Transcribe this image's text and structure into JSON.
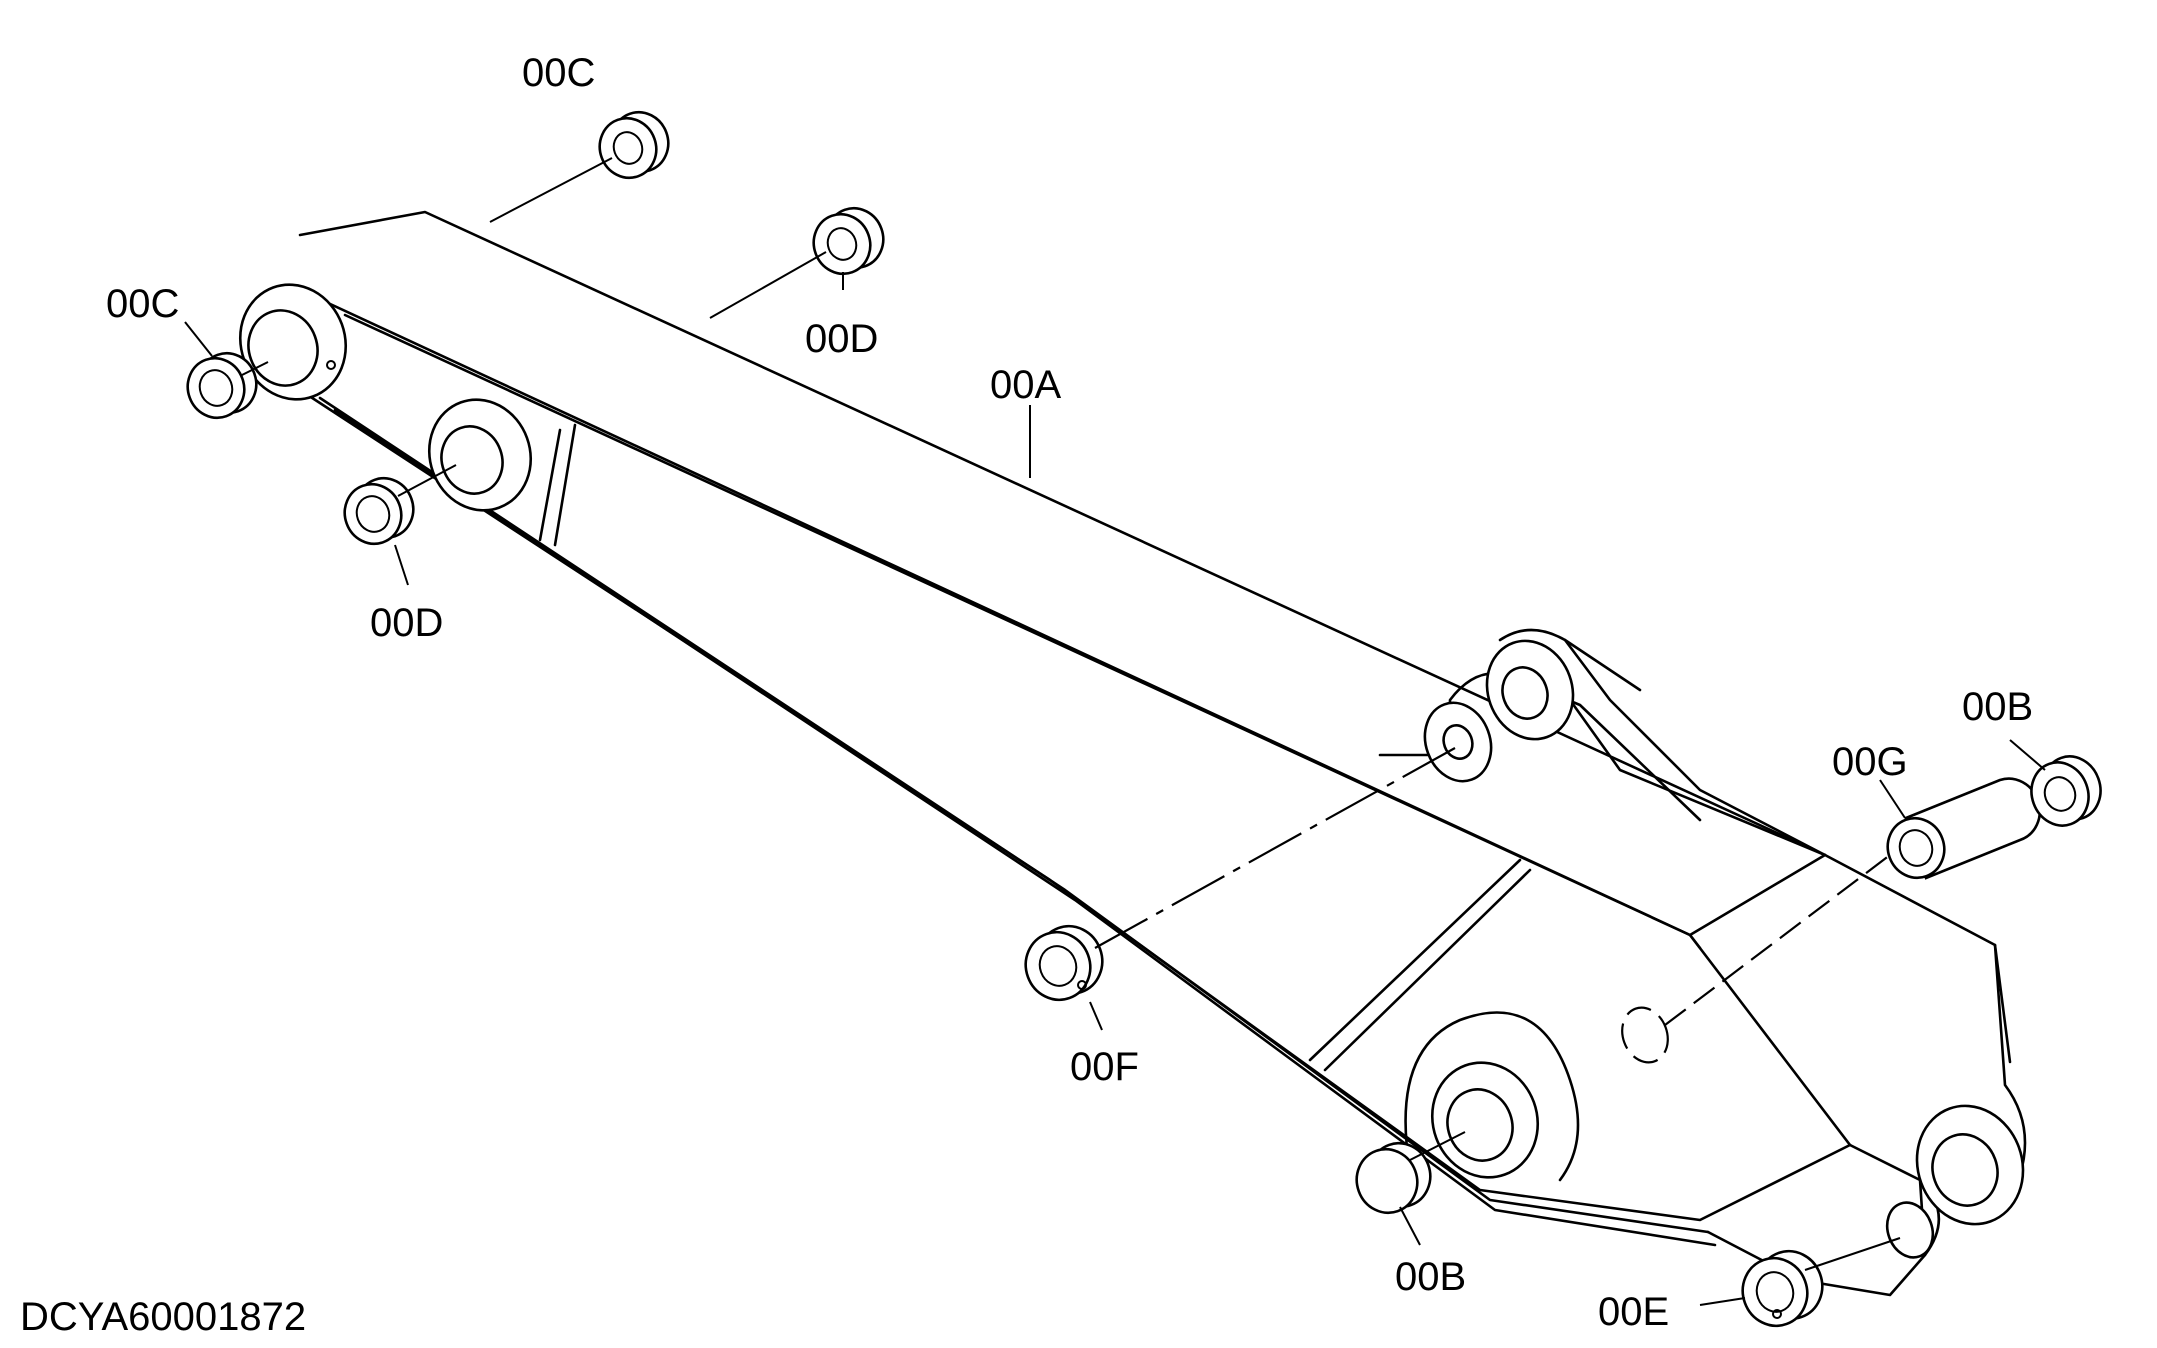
{
  "diagram": {
    "document_id": "DCYA60001872",
    "callouts": [
      {
        "id": "c1",
        "text": "00C"
      },
      {
        "id": "c2",
        "text": "00C"
      },
      {
        "id": "c3",
        "text": "00D"
      },
      {
        "id": "c4",
        "text": "00D"
      },
      {
        "id": "c5",
        "text": "00A"
      },
      {
        "id": "c6",
        "text": "00B"
      },
      {
        "id": "c7",
        "text": "00G"
      },
      {
        "id": "c8",
        "text": "00F"
      },
      {
        "id": "c9",
        "text": "00B"
      },
      {
        "id": "c10",
        "text": "00E"
      }
    ]
  }
}
